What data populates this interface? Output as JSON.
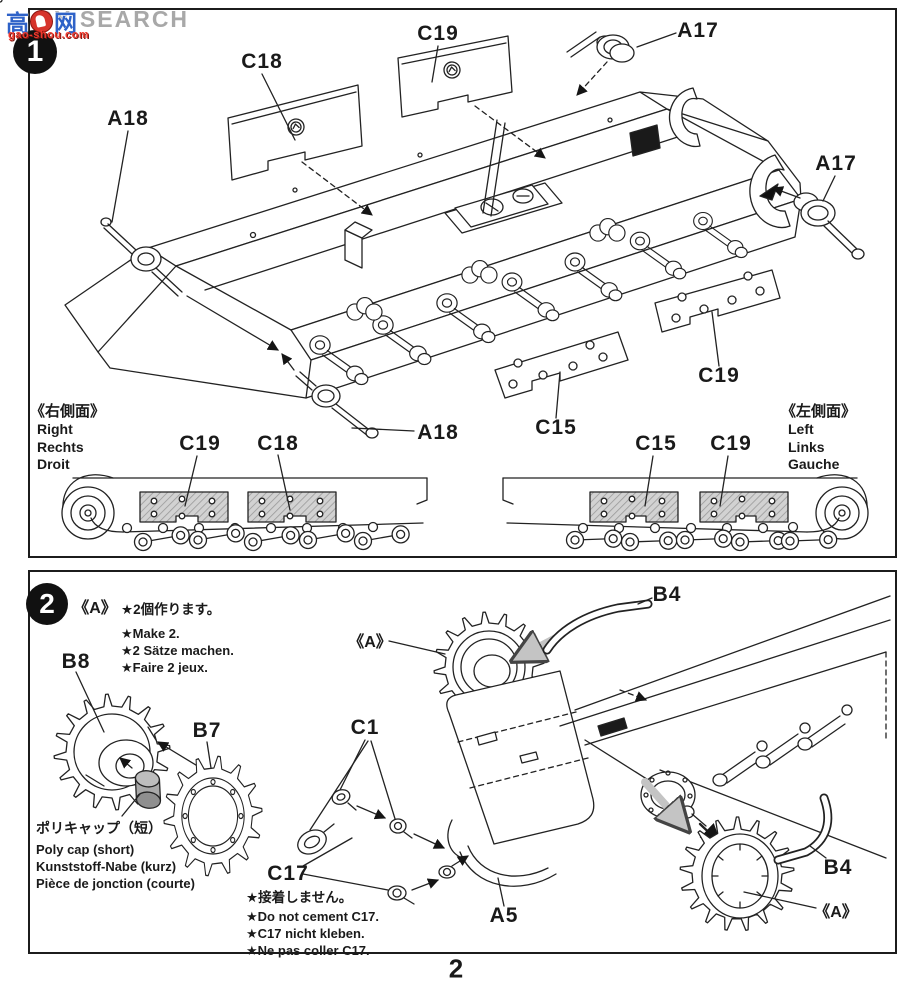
{
  "watermark": {
    "cn_left": "高",
    "cn_right": "网",
    "hobby_search": "BY SEARCH",
    "url": "gao-shou.com"
  },
  "page": {
    "number": "2"
  },
  "parts": {
    "a5": "A5",
    "a17": "A17",
    "a18": "A18",
    "b4": "B4",
    "b7": "B7",
    "b8": "B8",
    "c1": "C1",
    "c15": "C15",
    "c17": "C17",
    "c18": "C18",
    "c19": "C19",
    "a_callout": "《A》"
  },
  "step1": {
    "number": "1",
    "right_view": {
      "jp": "《右側面》",
      "en": "Right",
      "de": "Rechts",
      "fr": "Droit"
    },
    "left_view": {
      "jp": "《左側面》",
      "en": "Left",
      "de": "Links",
      "fr": "Gauche"
    }
  },
  "step2": {
    "number": "2",
    "make_two": {
      "jp": "★2個作ります。",
      "en": "★Make 2.",
      "de": "★2 Sätze machen.",
      "fr": "★Faire 2 jeux."
    },
    "poly_cap": {
      "jp": "ポリキャップ（短）",
      "en": "Poly cap (short)",
      "de": "Kunststoff-Nabe (kurz)",
      "fr": "Pièce de jonction (courte)"
    },
    "c17_note": {
      "jp": "★接着しません。",
      "en": "★Do not cement C17.",
      "de": "★C17 nicht kleben.",
      "fr": "★Ne pas coller C17."
    }
  }
}
